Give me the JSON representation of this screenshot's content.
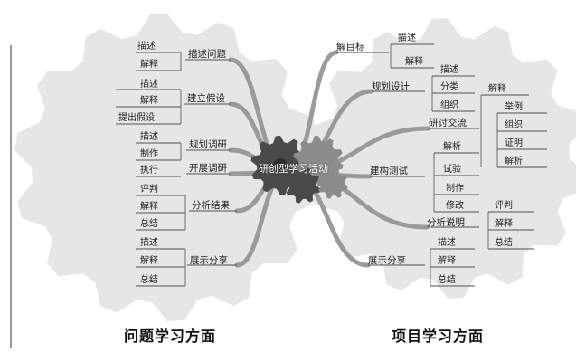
{
  "center": {
    "label": "研创型学习活动"
  },
  "captions": {
    "left": "问题学习方面",
    "right": "项目学习方面"
  },
  "left": {
    "groups": [
      {
        "label": "描述问题",
        "children": [
          "描述",
          "解释"
        ]
      },
      {
        "label": "建立假设",
        "children": [
          "描述",
          "解释",
          "提出假设"
        ]
      },
      {
        "label": "规划调研",
        "children": [
          "描述",
          "制作"
        ]
      },
      {
        "label": "开展调研",
        "children": [
          "执行"
        ]
      },
      {
        "label": "分析结果",
        "children": [
          "评判",
          "解释",
          "总结"
        ]
      },
      {
        "label": "展示分享",
        "children": [
          "描述",
          "解释",
          "总结"
        ]
      }
    ]
  },
  "right": {
    "groups": [
      {
        "label": "解目标",
        "children": [
          "描述",
          "解释"
        ]
      },
      {
        "label": "规划设计",
        "children": [
          "描述",
          "分类",
          "组织"
        ]
      },
      {
        "label": "研讨交流",
        "children": [
          "解释",
          "举例",
          "组织",
          "证明",
          "解析"
        ]
      },
      {
        "label": "建构测试",
        "children": [
          "解析",
          "试验",
          "制作",
          "修改"
        ]
      },
      {
        "label": "分析说明",
        "children": [
          "评判",
          "解释",
          "总结"
        ]
      },
      {
        "label": "展示分享",
        "children": [
          "描述",
          "解释",
          "总结"
        ]
      }
    ]
  },
  "colors": {
    "gear": "#e6e6e6",
    "branch": "#9a9a9a",
    "branch_dark": "#6f6f6f",
    "hub": "#4a4a4a",
    "hub_light": "#8c8c8c"
  }
}
